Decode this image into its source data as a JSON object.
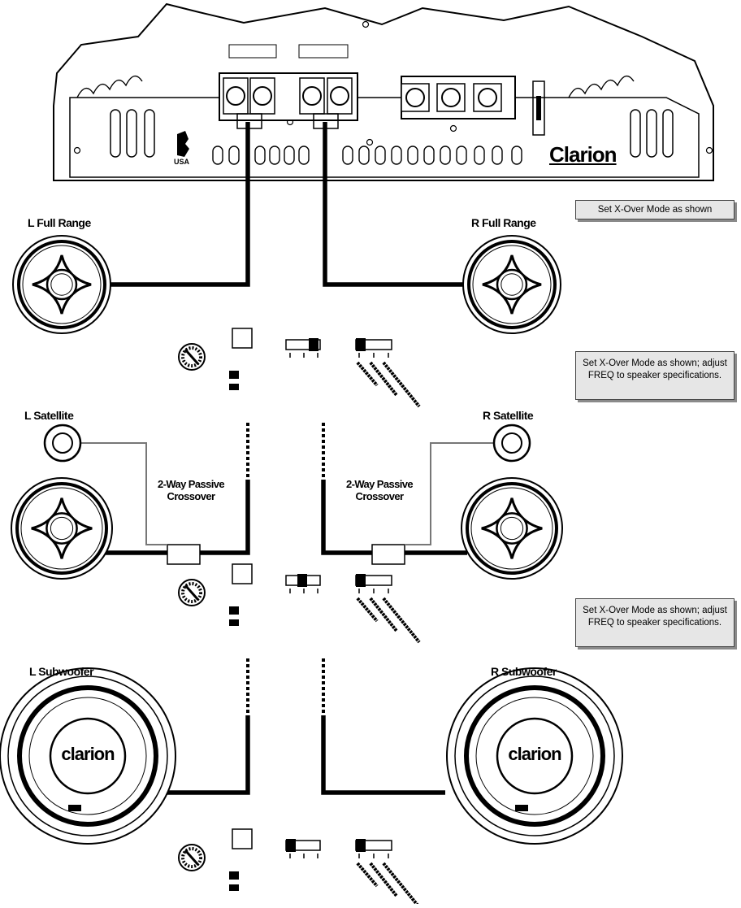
{
  "amplifier": {
    "brand": "Clarion",
    "origin_mark": "USA"
  },
  "speakers": {
    "full_range_left": "L Full Range",
    "full_range_right": "R Full Range",
    "satellite_left": "L Satellite",
    "satellite_right": "R Satellite",
    "subwoofer_left": "L Subwoofer",
    "subwoofer_right": "R Subwoofer",
    "woofer_logo": "clarion"
  },
  "crossover": {
    "left_line1": "2-Way Passive",
    "left_line2": "Crossover",
    "right_line1": "2-Way Passive",
    "right_line2": "Crossover"
  },
  "notes": {
    "full_range": "Set X-Over Mode as shown",
    "satellite": "Set X-Over Mode as shown; adjust FREQ to speaker specifications.",
    "subwoofer": "Set X-Over Mode as shown; adjust FREQ to speaker specifications."
  },
  "controls": [
    {
      "section": "full_range",
      "xover_mode_position": "OFF"
    },
    {
      "section": "satellite",
      "xover_mode_position": "HP"
    },
    {
      "section": "subwoofer",
      "xover_mode_position": "LP"
    }
  ]
}
